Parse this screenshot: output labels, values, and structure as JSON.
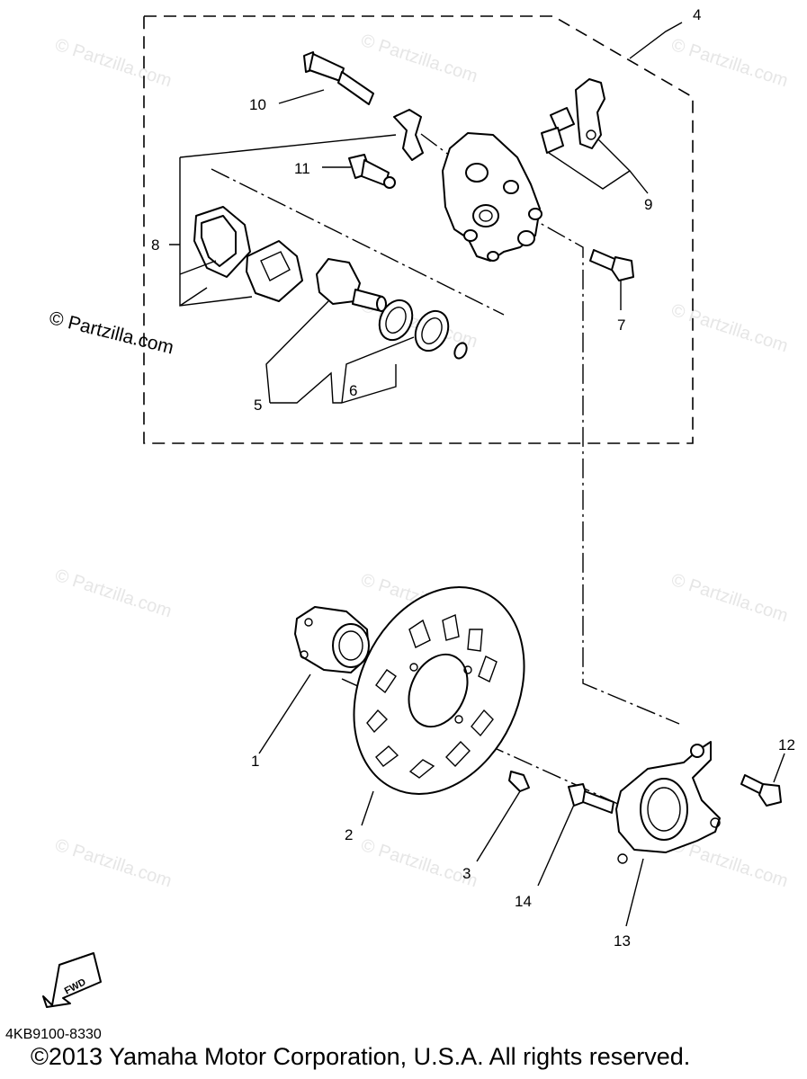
{
  "watermark_text": "© Partzilla.com",
  "side_copyright": "© Partzilla.com",
  "callouts": [
    "1",
    "2",
    "3",
    "4",
    "5",
    "6",
    "7",
    "8",
    "9",
    "10",
    "11",
    "12",
    "13",
    "14"
  ],
  "fwd_label": "FWD",
  "diagram_code": "4KB9100-8330",
  "copyright": "©2013 Yamaha Motor Corporation, U.S.A. All rights reserved."
}
